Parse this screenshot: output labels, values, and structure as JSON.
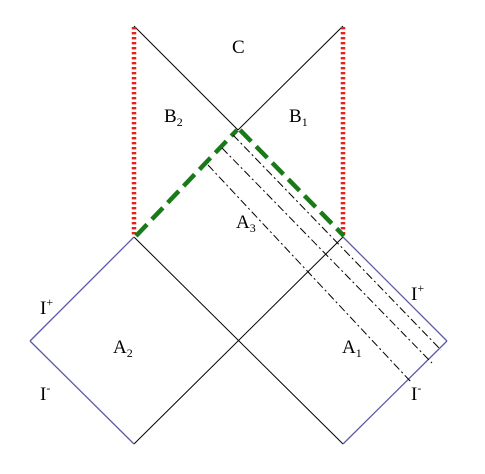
{
  "regions": {
    "C": "C",
    "B2": {
      "letter": "B",
      "sub": "2"
    },
    "B1": {
      "letter": "B",
      "sub": "1"
    },
    "A3": {
      "letter": "A",
      "sub": "3"
    },
    "A2": {
      "letter": "A",
      "sub": "2"
    },
    "A1": {
      "letter": "A",
      "sub": "1"
    }
  },
  "scri": {
    "left_plus": {
      "letter": "I",
      "sup": "+"
    },
    "left_minus": {
      "letter": "I",
      "sup": "-"
    },
    "right_plus": {
      "letter": "I",
      "sup": "+"
    },
    "right_minus": {
      "letter": "I",
      "sup": "-"
    }
  },
  "colors": {
    "lines": "#000000",
    "scri_boundary": "#5b5ba6",
    "red_dotted": "#e8201a",
    "green_dashed": "#1a7a1a",
    "dash_dot": "#000000"
  }
}
